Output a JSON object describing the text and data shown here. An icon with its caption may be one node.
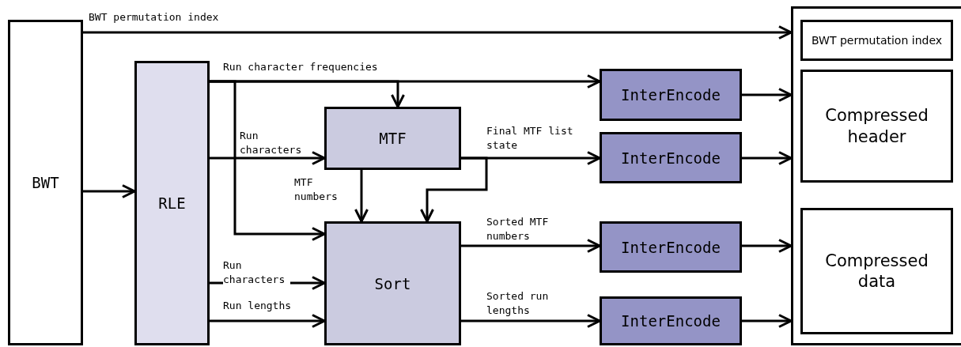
{
  "diagram": {
    "nodes": [
      {
        "text": [
          "BWT"
        ]
      },
      {
        "text": [
          "RLE"
        ]
      },
      {
        "text": [
          "MTF"
        ]
      },
      {
        "text": [
          "Sort"
        ]
      },
      {
        "text": [
          "InterEncode"
        ]
      },
      {
        "text": [
          "InterEncode"
        ]
      },
      {
        "text": [
          "InterEncode"
        ]
      },
      {
        "text": [
          "InterEncode"
        ]
      },
      {
        "text": [],
        "shape": "box"
      },
      {
        "text": [
          "BWT permutation index"
        ],
        "in": 8
      },
      {
        "text": [
          "Compressed header"
        ],
        "in": 8
      },
      {
        "text": [
          "Compressed data"
        ],
        "in": 8
      }
    ],
    "edges": [
      {
        "from": 0,
        "to": 8,
        "arrow": "to",
        "label": "BWT permutation index"
      },
      {
        "from": 0,
        "to": 1,
        "arrow": "to"
      },
      {
        "from": 1,
        "to": 4,
        "arrow": "to",
        "label": "Run character frequencies"
      },
      {
        "from": 1,
        "to": 2,
        "arrow": "to"
      },
      {
        "from": 1,
        "to": 3,
        "arrow": "to"
      },
      {
        "from": 1,
        "to": 2,
        "arrow": "to",
        "label": "Run characters"
      },
      {
        "from": 2,
        "to": 3,
        "arrow": "to",
        "label": "MTF numbers"
      },
      {
        "from": 2,
        "to": 5,
        "arrow": "to",
        "label": "Final MTF list state"
      },
      {
        "from": 2,
        "to": 3,
        "arrow": "to"
      },
      {
        "from": 1,
        "to": 3,
        "arrow": "to",
        "label": "Run characters"
      },
      {
        "from": 1,
        "to": 3,
        "arrow": "to",
        "label": "Run lengths"
      },
      {
        "from": 3,
        "to": 6,
        "arrow": "to",
        "label": "Sorted MTF numbers"
      },
      {
        "from": 3,
        "to": 7,
        "arrow": "to",
        "label": "Sorted run lengths"
      },
      {
        "from": 4,
        "to": 8,
        "arrow": "to"
      },
      {
        "from": 5,
        "to": 8,
        "arrow": "to"
      },
      {
        "from": 6,
        "to": 8,
        "arrow": "to"
      },
      {
        "from": 7,
        "to": 8,
        "arrow": "to"
      }
    ]
  }
}
